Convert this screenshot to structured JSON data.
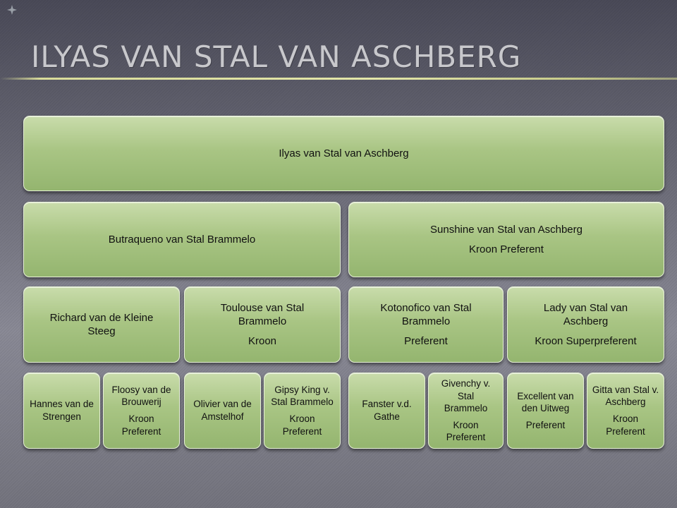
{
  "slide": {
    "title": "ILYAS VAN STAL VAN ASCHBERG"
  },
  "pedigree": {
    "subject": {
      "name": "Ilyas van Stal van Aschberg",
      "award": ""
    },
    "sire": {
      "name": "Butraqueno van Stal Brammelo",
      "award": ""
    },
    "dam": {
      "name": "Sunshine van Stal van Aschberg",
      "award": "Kroon Preferent"
    },
    "sire_sire": {
      "name": "Richard van de Kleine Steeg",
      "award": ""
    },
    "sire_dam": {
      "name": "Toulouse van Stal Brammelo",
      "award": "Kroon"
    },
    "dam_sire": {
      "name": "Kotonofico van Stal Brammelo",
      "award": "Preferent"
    },
    "dam_dam": {
      "name": "Lady van Stal van Aschberg",
      "award": "Kroon Superpreferent"
    },
    "g3_1": {
      "name": "Hannes van de Strengen",
      "award": ""
    },
    "g3_2": {
      "name": "Floosy van de Brouwerij",
      "award": "Kroon Preferent"
    },
    "g3_3": {
      "name": "Olivier van de Amstelhof",
      "award": ""
    },
    "g3_4": {
      "name": "Gipsy King v. Stal Brammelo",
      "award": "Kroon Preferent"
    },
    "g3_5": {
      "name": "Fanster v.d. Gathe",
      "award": ""
    },
    "g3_6": {
      "name": "Givenchy v. Stal Brammelo",
      "award": "Kroon Preferent"
    },
    "g3_7": {
      "name": "Excellent van den Uitweg",
      "award": "Preferent"
    },
    "g3_8": {
      "name": "Gitta van Stal v. Aschberg",
      "award": "Kroon Preferent"
    }
  }
}
